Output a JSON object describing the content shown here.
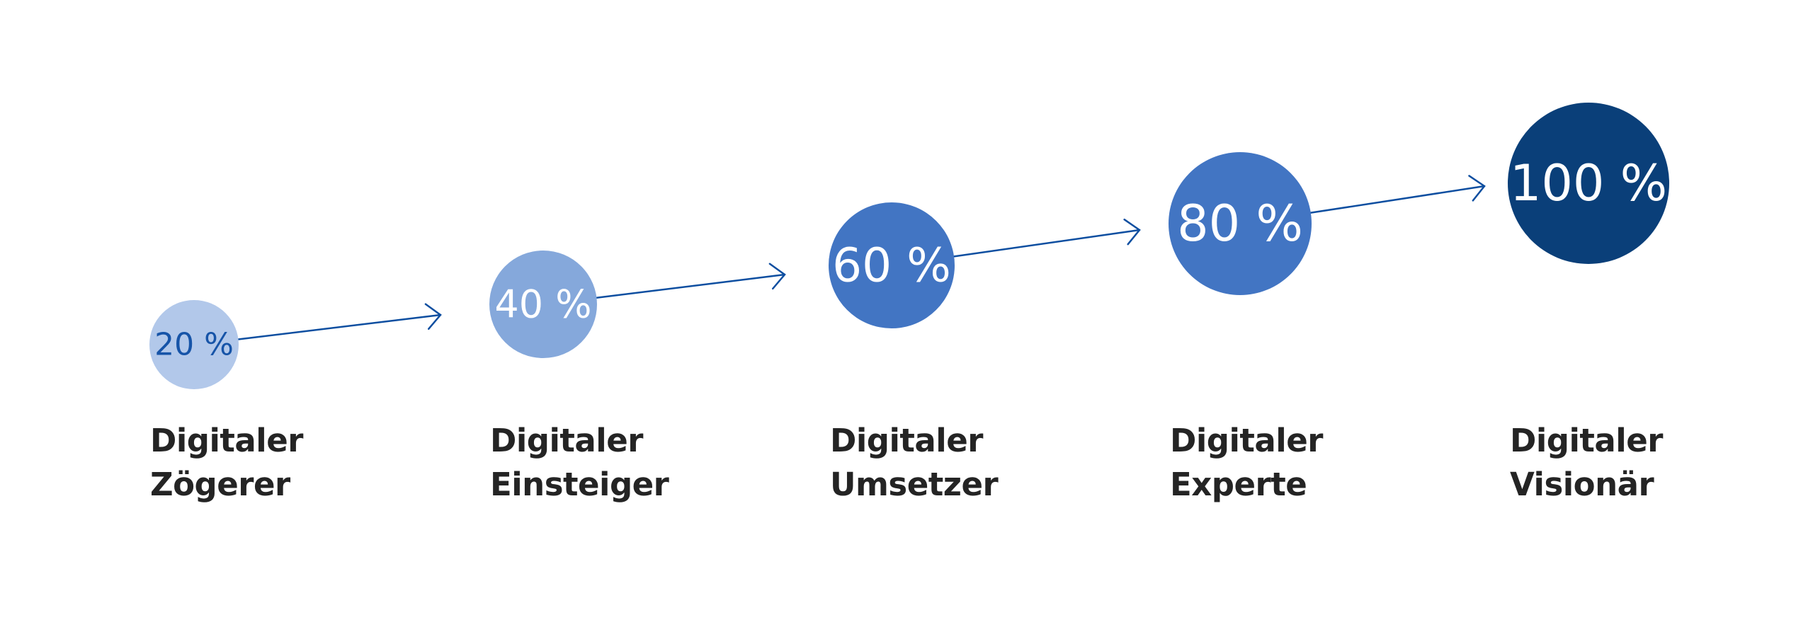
{
  "colors": {
    "arrow": "#0d4ea0",
    "label": "#242424",
    "light_text": "#1654a8",
    "white_text": "#ffffff"
  },
  "stages": [
    {
      "percent_label": "20 %",
      "level": 20,
      "line1": "Digitaler",
      "line2": "Zögerer",
      "fill": "#b2c8ea",
      "text_color": "#1654a8"
    },
    {
      "percent_label": "40 %",
      "level": 40,
      "line1": "Digitaler",
      "line2": "Einsteiger",
      "fill": "#85a8db",
      "text_color": "#ffffff"
    },
    {
      "percent_label": "60 %",
      "level": 60,
      "line1": "Digitaler",
      "line2": "Umsetzer",
      "fill": "#4275c3",
      "text_color": "#ffffff"
    },
    {
      "percent_label": "80 %",
      "level": 80,
      "line1": "Digitaler",
      "line2": "Experte",
      "fill": "#4275c3",
      "text_color": "#ffffff"
    },
    {
      "percent_label": "100 %",
      "level": 100,
      "line1": "Digitaler",
      "line2": "Visionär",
      "fill": "#0a3f79",
      "text_color": "#ffffff"
    }
  ]
}
